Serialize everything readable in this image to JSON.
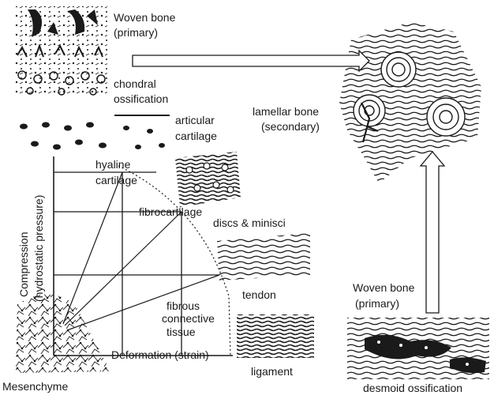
{
  "labels": {
    "woven_primary_top_1": "Woven bone",
    "woven_primary_top_2": "(primary)",
    "chondral_1": "chondral",
    "chondral_2": "ossification",
    "articular_1": "articular",
    "articular_2": "cartilage",
    "lamellar_1": "lamellar bone",
    "lamellar_2": "(secondary)",
    "hyaline_1": "hyaline",
    "hyaline_2": "cartilage",
    "fibrocartilage": "fibrocartilage",
    "discs": "discs & minisci",
    "compression_1": "Compression",
    "compression_2": "(hydrostatic pressure)",
    "tendon": "tendon",
    "fibrous_1": "fibrous",
    "fibrous_2": "connective",
    "fibrous_3": "tissue",
    "woven_primary_right_1": "Woven bone",
    "woven_primary_right_2": "(primary)",
    "deformation": "Deformation (strain)",
    "ligament": "ligament",
    "mesenchyme": "Mesenchyme",
    "desmoid": "desmoid ossification"
  },
  "colors": {
    "ink": "#1a1a1a",
    "paper": "#ffffff"
  }
}
